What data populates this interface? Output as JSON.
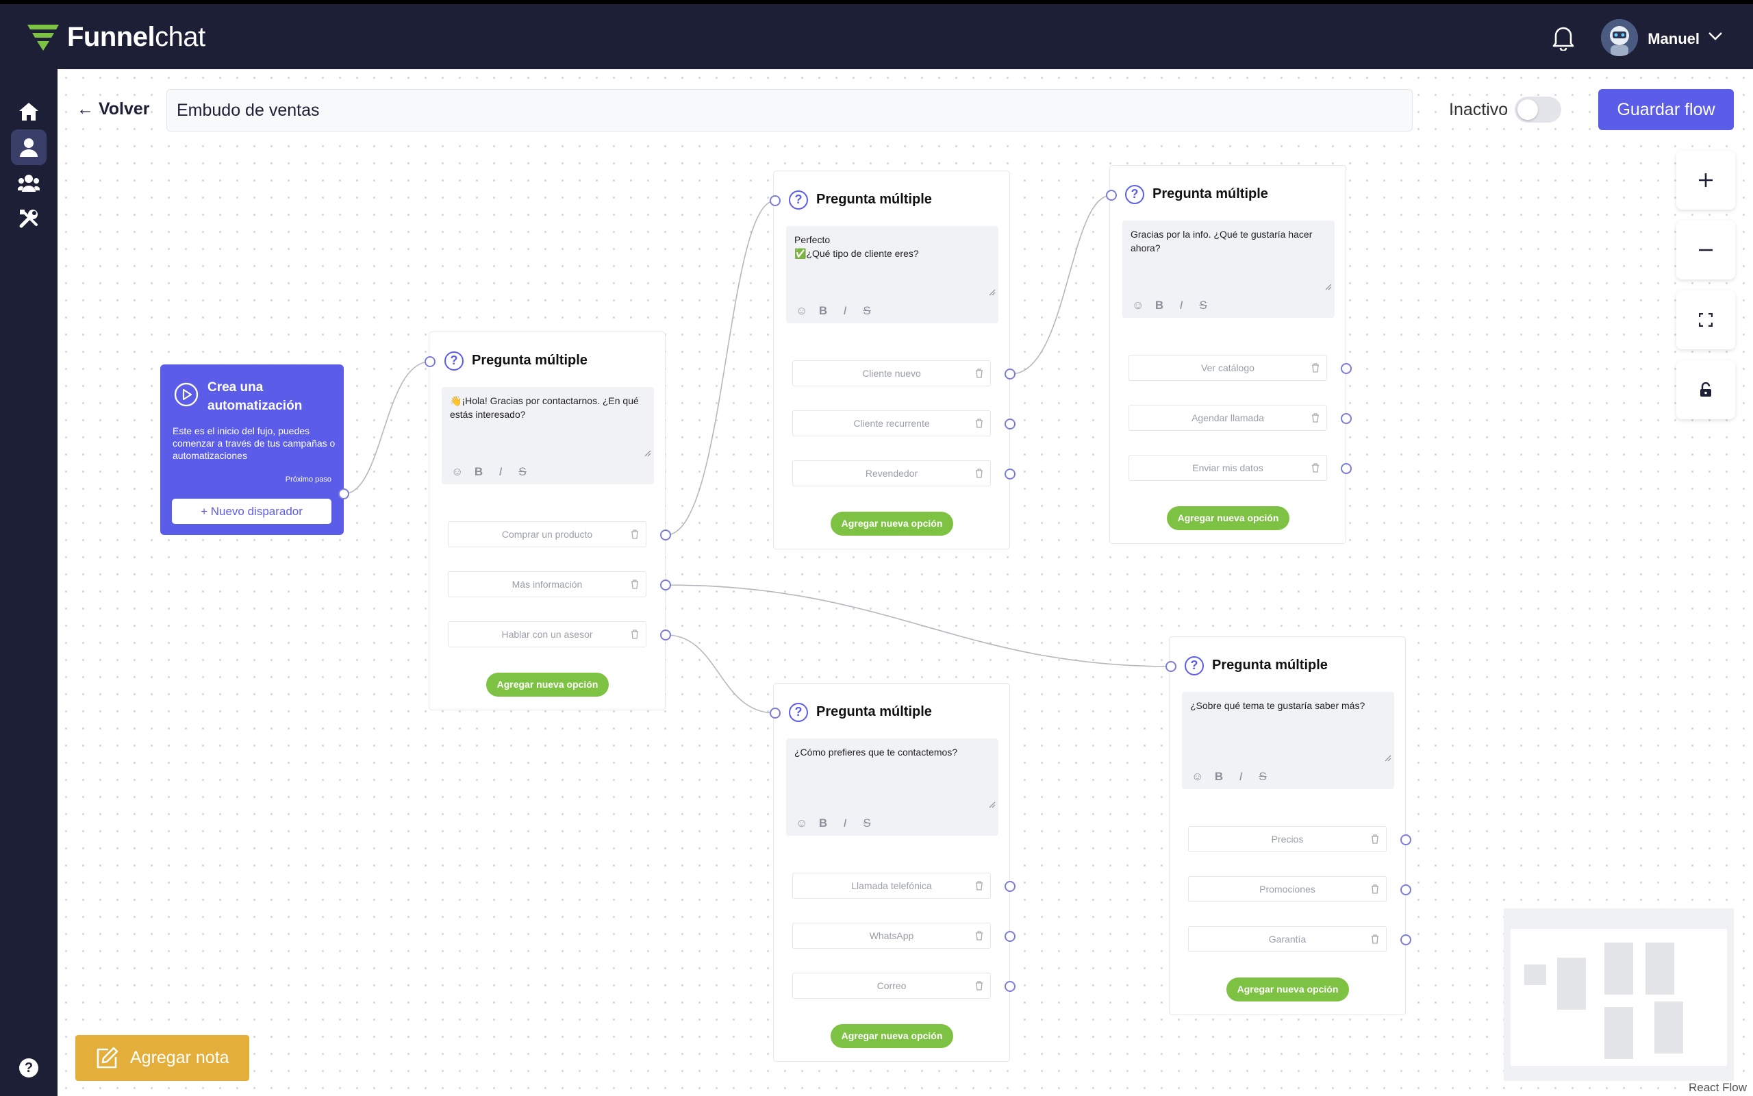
{
  "app": {
    "brand_bold": "Funnel",
    "brand_light": "chat"
  },
  "header": {
    "user_name": "Manuel"
  },
  "toolbar": {
    "back_label": "← Volver",
    "flow_name": "Embudo de ventas",
    "status_label": "Inactivo",
    "status_active": false,
    "save_label": "Guardar flow"
  },
  "start_node": {
    "title": "Crea una automatización",
    "description": "Este es el inicio del fujo, puedes comenzar a través de tus campañas o automatizaciones",
    "next_label": "Próximo paso",
    "button_label": "+ Nuevo disparador"
  },
  "nodes": [
    {
      "title": "Pregunta múltiple",
      "message": "👋¡Hola! Gracias por contactarnos. ¿En qué estás interesado?",
      "options": [
        "Comprar un producto",
        "Más información",
        "Hablar con un asesor"
      ],
      "add_label": "Agregar nueva opción"
    },
    {
      "title": "Pregunta múltiple",
      "message": "Perfecto\n✅¿Qué tipo de cliente eres?",
      "options": [
        "Cliente nuevo",
        "Cliente recurrente",
        "Revendedor"
      ],
      "add_label": "Agregar nueva opción"
    },
    {
      "title": "Pregunta múltiple",
      "message": "Gracias por la info. ¿Qué te gustaría hacer ahora?",
      "options": [
        "Ver catálogo",
        "Agendar llamada",
        "Enviar mis datos"
      ],
      "add_label": "Agregar nueva opción"
    },
    {
      "title": "Pregunta múltiple",
      "message": "¿Cómo prefieres que te contactemos?",
      "options": [
        "Llamada telefónica",
        "WhatsApp",
        "Correo"
      ],
      "add_label": "Agregar nueva opción"
    },
    {
      "title": "Pregunta múltiple",
      "message": "¿Sobre qué tema te gustaría saber más?",
      "options": [
        "Precios",
        "Promociones",
        "Garantía"
      ],
      "add_label": "Agregar nueva opción"
    }
  ],
  "note_button": {
    "label": "Agregar nota"
  },
  "attribution": "React Flow",
  "colors": {
    "accent": "#5b5ce8",
    "add_option": "#7dc242",
    "note": "#e3ae3a",
    "nav_bg": "#1c1f35"
  },
  "icons": {
    "sidebar": [
      "home-icon",
      "user-icon",
      "users-icon",
      "tools-icon"
    ],
    "controls": [
      "zoom-in-icon",
      "zoom-out-icon",
      "fit-view-icon",
      "lock-icon"
    ]
  }
}
